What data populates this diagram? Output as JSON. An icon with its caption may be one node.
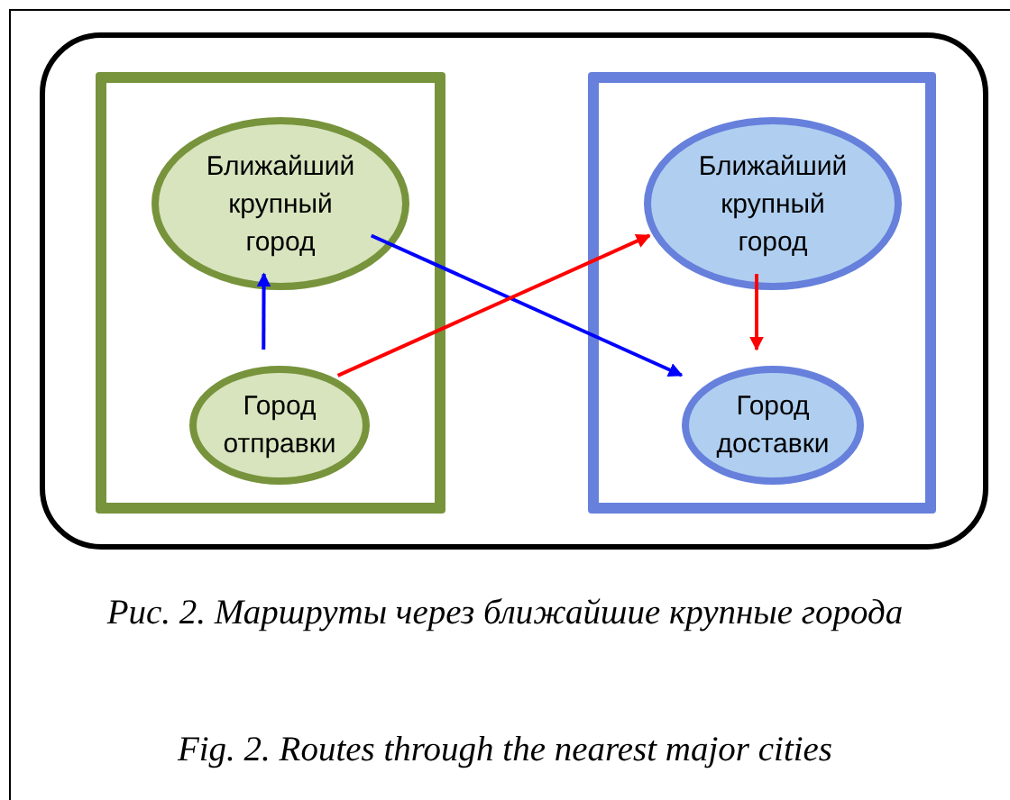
{
  "diagram": {
    "caption": "Рис. 2. Маршруты через ближайшие крупные города",
    "nodes": [
      {
        "text": [],
        "shape": "box"
      },
      {
        "text": [],
        "shape": "box",
        "in": 0
      },
      {
        "text": [
          "Ближайший крупный город"
        ],
        "in": 1
      },
      {
        "text": [
          "Город отправки"
        ],
        "in": 1
      },
      {
        "text": [],
        "shape": "box",
        "in": 0
      },
      {
        "text": [
          "Ближайший крупный город"
        ],
        "in": 4
      },
      {
        "text": [
          "Город доставки"
        ],
        "in": 4
      }
    ],
    "edges": [
      {
        "from": 3,
        "to": 2,
        "arrow": "to",
        "color": "#0000ff"
      },
      {
        "from": 2,
        "to": 6,
        "arrow": "to",
        "color": "#0000ff"
      },
      {
        "from": 3,
        "to": 5,
        "arrow": "to",
        "color": "#ff0000"
      },
      {
        "from": 5,
        "to": 6,
        "arrow": "to",
        "color": "#ff0000"
      }
    ],
    "labels": [
      "Fig. 2. Routes through the nearest major cities"
    ]
  }
}
